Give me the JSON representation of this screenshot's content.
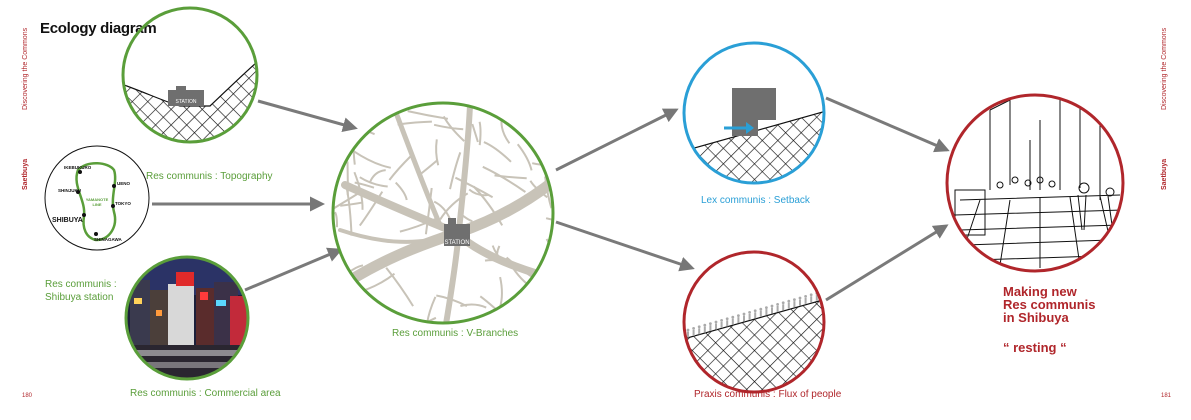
{
  "title": "Ecology diagram",
  "margin_left": {
    "text": "Discovering the Commons",
    "bold": "Saetbuya",
    "page": "180"
  },
  "margin_right": {
    "text": "Discovering the Commons",
    "bold": "Saetbuya",
    "page": "181"
  },
  "nodes": {
    "topography": {
      "caption": "Res communis : Topography",
      "inner_label": "STATION"
    },
    "map": {
      "caption_lines": [
        "Res communis :",
        "Shibuya station"
      ],
      "stations": [
        "IKEBUKURO",
        "SHINJUKU",
        "UENO",
        "TOKYO",
        "SHIBUYA",
        "SHINAGAWA"
      ],
      "line_label_lines": [
        "YAMANOTE",
        "LINE"
      ]
    },
    "commercial": {
      "caption": "Res communis : Commercial area"
    },
    "branches": {
      "caption": "Res communis : V-Branches",
      "inner_label": "STATION"
    },
    "setback": {
      "caption": "Lex communis : Setback"
    },
    "flux": {
      "caption": "Praxis communis : Flux of people"
    },
    "result": {
      "lines": [
        "Making new",
        "Res communis",
        "in Shibuya"
      ],
      "quote": "“ resting “"
    }
  },
  "colors": {
    "green": "#5a9e3a",
    "blue": "#2a9fd6",
    "red": "#b0262b",
    "arrow": "#7a7a7a",
    "map_roads": "#c8c3b8"
  }
}
